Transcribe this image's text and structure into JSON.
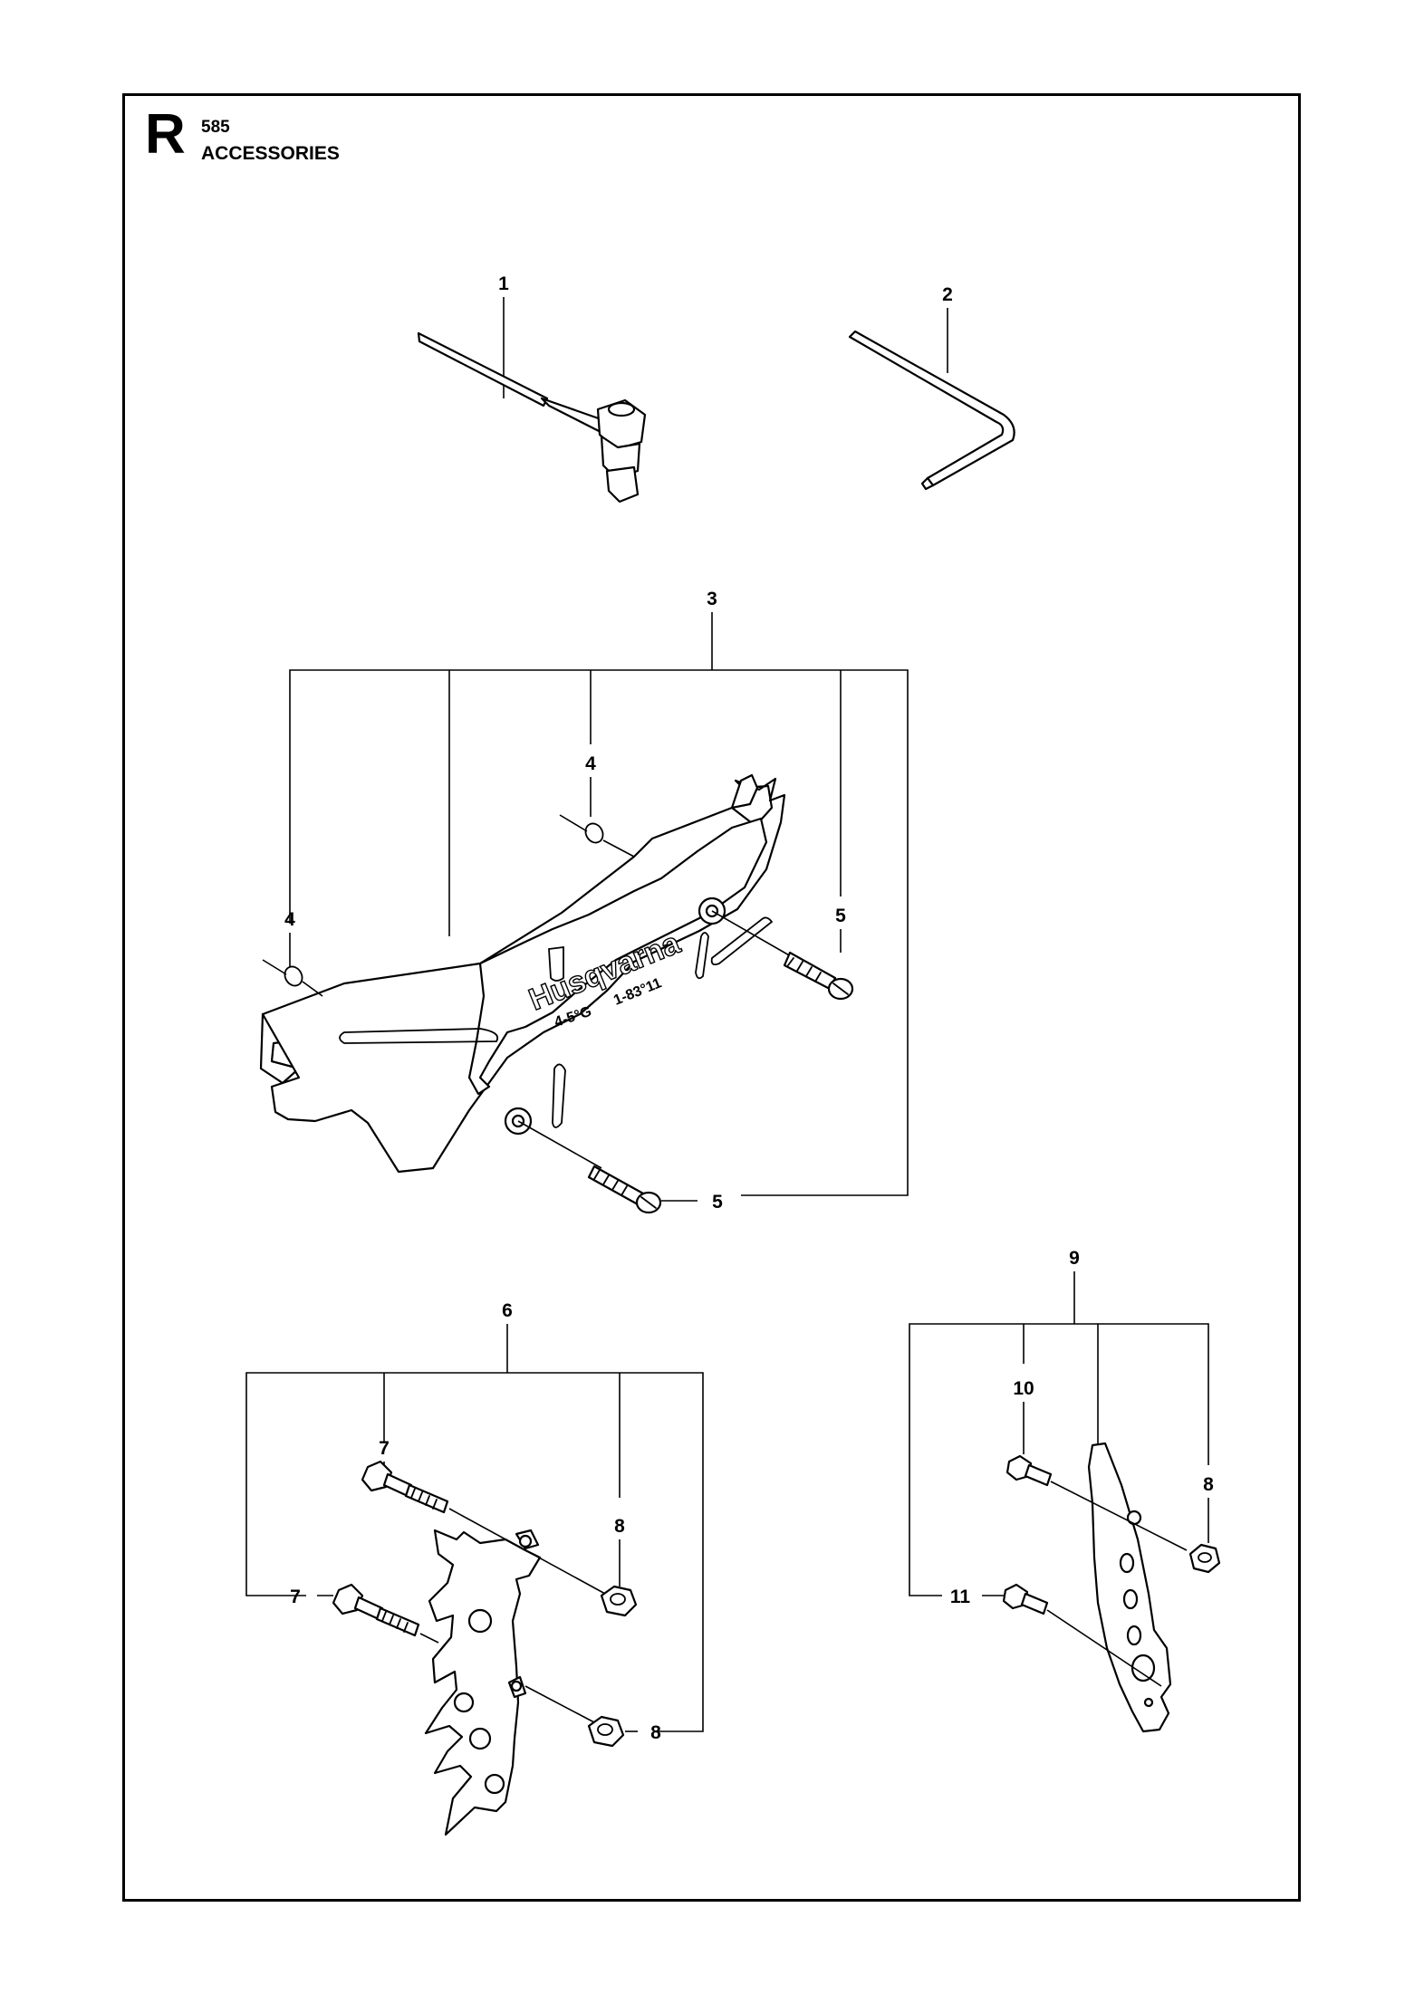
{
  "header": {
    "section_letter": "R",
    "model": "585",
    "title": "ACCESSORIES"
  },
  "callouts": {
    "c1": "1",
    "c2": "2",
    "c3": "3",
    "c4a": "4",
    "c4b": "4",
    "c5a": "5",
    "c5b": "5",
    "c6": "6",
    "c7a": "7",
    "c7b": "7",
    "c8a": "8",
    "c8b": "8",
    "c8c": "8",
    "c9": "9",
    "c10": "10",
    "c11": "11"
  },
  "cover_marking": {
    "brand": "Husqvarna",
    "mark1": "4-5°G",
    "mark2": "1-83°11"
  }
}
